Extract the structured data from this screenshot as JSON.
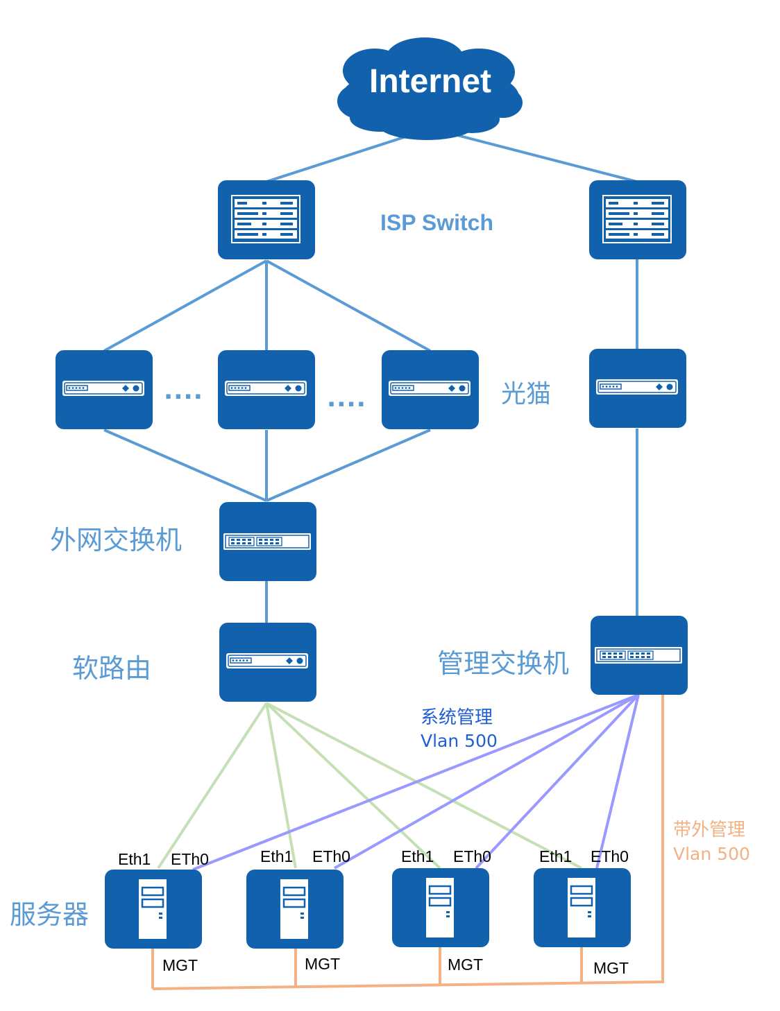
{
  "internet": {
    "label": "Internet"
  },
  "labels": {
    "isp_switch": "ISP Switch",
    "modem": "光猫",
    "external_switch": "外网交换机",
    "soft_router": "软路由",
    "mgmt_switch": "管理交换机",
    "servers": "服务器",
    "system_mgmt": "系统管理",
    "system_vlan": "Vlan 500",
    "oob_mgmt": "带外管理",
    "oob_vlan": "Vlan 500",
    "ellipsis": "....",
    "eth1": "Eth1",
    "eth0": "ETh0",
    "mgt": "MGT"
  },
  "colors": {
    "device": "#1261ad",
    "uplink": "#5b9bd5",
    "data_link": "#c5e0b4",
    "mgmt_link": "#9999ff",
    "oob_link": "#f4b183"
  }
}
